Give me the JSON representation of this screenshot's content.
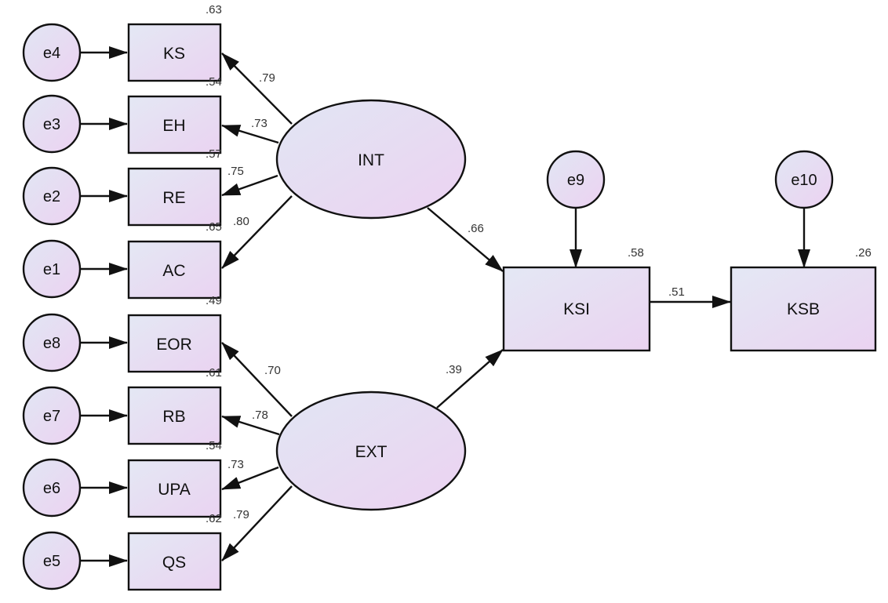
{
  "errors": {
    "e4": "e4",
    "e3": "e3",
    "e2": "e2",
    "e1": "e1",
    "e8": "e8",
    "e7": "e7",
    "e6": "e6",
    "e5": "e5",
    "e9": "e9",
    "e10": "e10"
  },
  "indicators": {
    "KS": {
      "label": "KS",
      "r2": ".63",
      "loading": ".79"
    },
    "EH": {
      "label": "EH",
      "r2": ".54",
      "loading": ".73"
    },
    "RE": {
      "label": "RE",
      "r2": ".57",
      "loading": ".75"
    },
    "AC": {
      "label": "AC",
      "r2": ".65",
      "loading": ".80"
    },
    "EOR": {
      "label": "EOR",
      "r2": ".49",
      "loading": ".70"
    },
    "RB": {
      "label": "RB",
      "r2": ".61",
      "loading": ".78"
    },
    "UPA": {
      "label": "UPA",
      "r2": ".54",
      "loading": ".73"
    },
    "QS": {
      "label": "QS",
      "r2": ".62",
      "loading": ".79"
    }
  },
  "latents": {
    "INT": {
      "label": "INT"
    },
    "EXT": {
      "label": "EXT"
    }
  },
  "outcomes": {
    "KSI": {
      "label": "KSI",
      "r2": ".58"
    },
    "KSB": {
      "label": "KSB",
      "r2": ".26"
    }
  },
  "paths": {
    "int_ksi": ".66",
    "ext_ksi": ".39",
    "ksi_ksb": ".51"
  },
  "colors": {
    "fill_light": "#e3e6f3",
    "fill_pink": "#ecd6f2",
    "stroke": "#111111"
  }
}
